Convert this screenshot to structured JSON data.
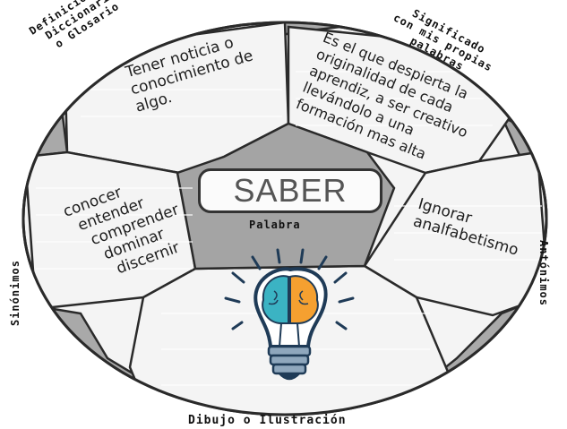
{
  "labels": {
    "definition": [
      "Definición del",
      "Diccionario",
      "o Glosario"
    ],
    "meaning": [
      "Significado",
      "con mis propias",
      "palabras"
    ],
    "synonyms": "Sinónimos",
    "antonyms": "Antónimos",
    "drawing": "Dibujo o Ilustración",
    "word_caption": "Palabra"
  },
  "word": "SABER",
  "definition_text": [
    "Tener noticia o",
    "conocimiento de",
    "algo."
  ],
  "meaning_text": [
    "Es el que despierta la",
    "originalidad de cada",
    "aprendiz, a ser creativo",
    "llevándolo a una",
    "formación mas alta"
  ],
  "synonyms_list": [
    "conocer",
    "entender",
    "comprender",
    "dominar",
    "discernir"
  ],
  "antonyms_list": [
    "Ignorar",
    "analfabetismo"
  ],
  "illustration": {
    "icon": "lightbulb-brain-icon",
    "colors": {
      "left_brain": "#3bb3c3",
      "right_brain": "#f5a030",
      "bulb_outline": "#1f3b57",
      "base": "#8fa7bd"
    }
  }
}
